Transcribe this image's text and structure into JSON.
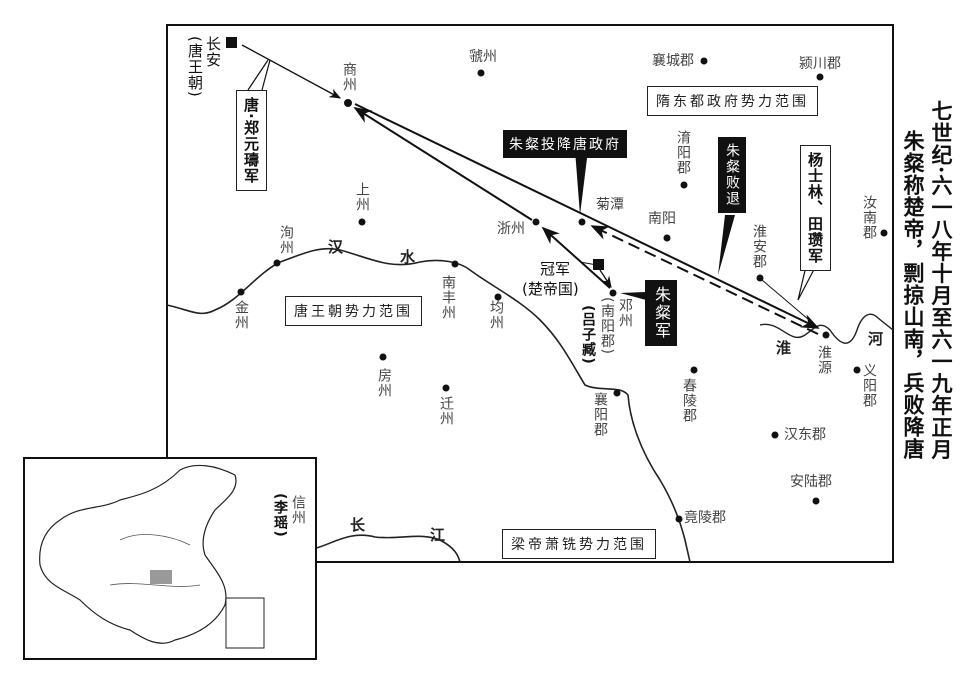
{
  "title": {
    "line1": "七世纪·六一八年十月至六一九年正月",
    "line2": "朱粲称楚帝，剽掠山南，兵败降唐"
  },
  "regions": {
    "sui": "隋东都政府势力范围",
    "tang": "唐王朝势力范围",
    "liang": "梁帝萧铣势力范围"
  },
  "callouts": {
    "surrender": "朱粲投降唐政府",
    "retreat": "朱粲败退",
    "zhucan_army": "朱粲军",
    "tang_army": "唐·郑元璹军",
    "yang_army": "杨士林、田瓒军"
  },
  "capitals": {
    "changan": "长安",
    "changan_note": "(唐王朝)",
    "guanjun": "冠军",
    "guanjun_note": "(楚帝国)"
  },
  "places": {
    "shangzhou": "商州",
    "guozhou": "虢州",
    "xiangcheng": "襄城郡",
    "yingchuan": "颍川郡",
    "yuyang": "淯阳郡",
    "jutan": "菊潭",
    "nanyang": "南阳",
    "huaian": "淮安郡",
    "runan": "汝南郡",
    "shangzhou2": "上州",
    "xizhou": "浙州",
    "xunzhou": "洵州",
    "jinzhou": "金州",
    "nanfeng": "南丰州",
    "junzhou": "均州",
    "dengzhou": "邓州",
    "dengzhou_note": "(南阳郡)",
    "dengzhou_holder": "(吕子臧)",
    "fangzhou": "房州",
    "qianzhou": "迁州",
    "xiangyang": "襄阳郡",
    "chunling": "春陵郡",
    "huaiyuan": "淮源",
    "yiyang": "义阳郡",
    "handong": "汉东郡",
    "anlu": "安陆郡",
    "jingling": "竟陵郡",
    "xinzhou": "信州",
    "xinzhou_holder": "(李瑶)"
  },
  "rivers": {
    "han1": "汉",
    "han2": "水",
    "chang1": "长",
    "chang2": "江",
    "huai": "淮",
    "he": "河"
  }
}
